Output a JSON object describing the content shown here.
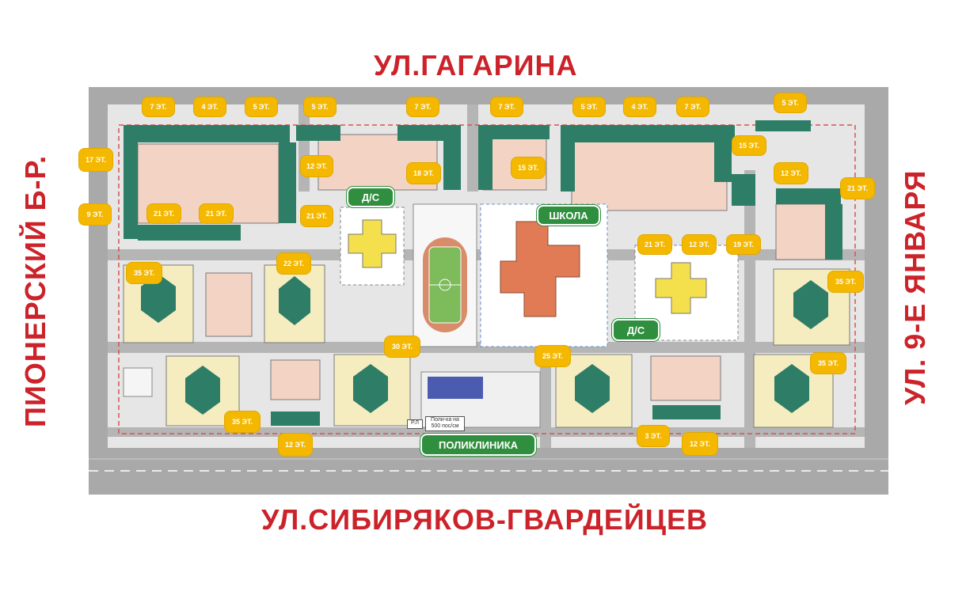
{
  "streets": {
    "top": "УЛ.ГАГАРИНА",
    "bottom": "УЛ.СИБИРЯКОВ-ГВАРДЕЙЦЕВ",
    "left": "ПИОНЕРСКИЙ Б-Р.",
    "right": "УЛ. 9-Е ЯНВАРЯ"
  },
  "facilities": {
    "kindergarten_1": "Д/С",
    "kindergarten_2": "Д/С",
    "school": "ШКОЛА",
    "clinic": "ПОЛИКЛИНИКА"
  },
  "floor_badges": [
    "7 ЭТ.",
    "4 ЭТ.",
    "5 ЭТ.",
    "5 ЭТ.",
    "7 ЭТ.",
    "7 ЭТ.",
    "5 ЭТ.",
    "4 ЭТ.",
    "7 ЭТ.",
    "5 ЭТ.",
    "17 ЭТ.",
    "12 ЭТ.",
    "18 ЭТ.",
    "15 ЭТ.",
    "15 ЭТ.",
    "12 ЭТ.",
    "21 ЭТ.",
    "9 ЭТ.",
    "21 ЭТ.",
    "21 ЭТ.",
    "21 ЭТ.",
    "21 ЭТ.",
    "12 ЭТ.",
    "19 ЭТ.",
    "35 ЭТ.",
    "22 ЭТ.",
    "35 ЭТ.",
    "30 ЭТ.",
    "25 ЭТ.",
    "35 ЭТ.",
    "35 ЭТ.",
    "12 ЭТ.",
    "3 ЭТ.",
    "12 ЭТ."
  ],
  "plan_notes": {
    "parking": "Поли-ка на 500 пос/см",
    "pl": "Р.Л"
  },
  "colors": {
    "street_text": "#cc2229",
    "badge": "#f5b800",
    "facility": "#2f8f3e",
    "road": "#a9a9a9",
    "building": "#2e7d66",
    "courtyard": "#f3d3c4",
    "school": "#e07b55",
    "kindergarten": "#f4e04d"
  }
}
